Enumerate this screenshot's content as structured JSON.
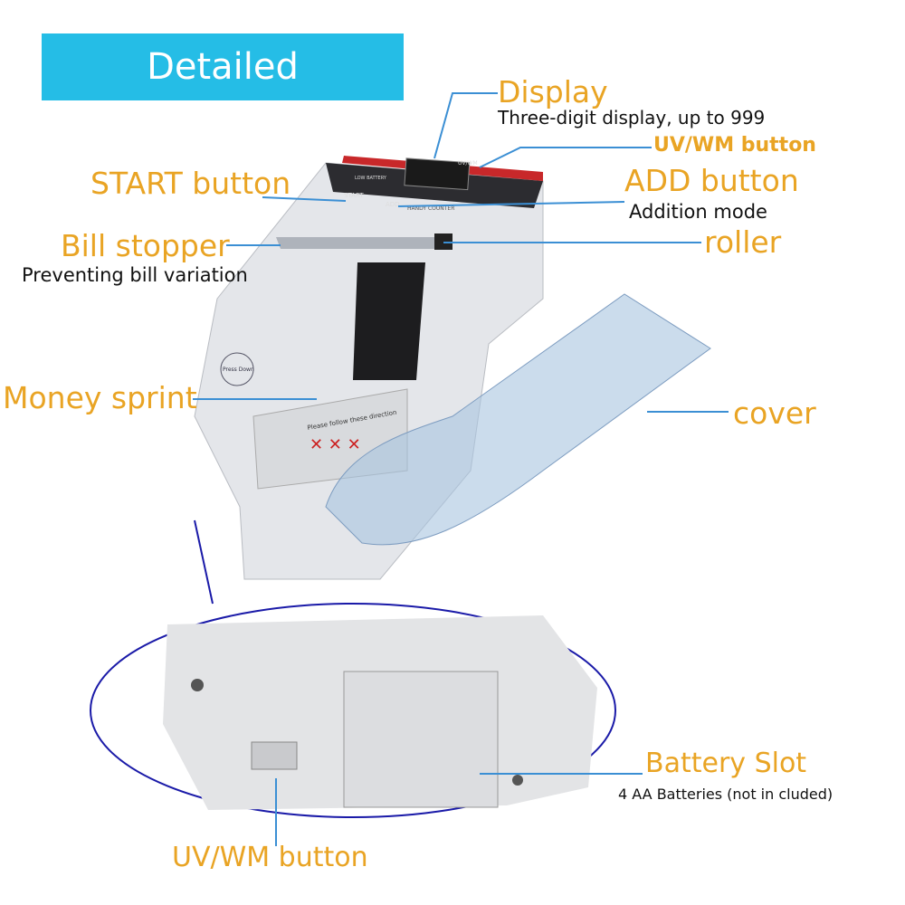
{
  "title": "Detailed description",
  "colors": {
    "accent": "#e9a424",
    "title_bg": "#25bde6",
    "leader_line": "#3b8fd4",
    "ellipse": "#1a1aa8"
  },
  "labels": {
    "display": "Display",
    "display_sub": "Three-digit display, up to 999",
    "uvwm_top": "UV/WM button",
    "start": "START button",
    "add": "ADD button",
    "add_sub": "Addition mode",
    "bill_stopper": "Bill stopper",
    "bill_stopper_sub": "Preventing bill variation",
    "roller": "roller",
    "money_sprint": "Money sprint",
    "cover": "cover",
    "battery": "Battery Slot",
    "battery_sub": "4 AA Batteries (not in cluded)",
    "uvwm_bottom": "UV/WM button"
  },
  "device_text": {
    "start_key": "START",
    "add_key": "ADD",
    "uvwm_key": "UV/WM",
    "brand": "HANDY COUNTER",
    "low_battery": "LOW BATTERY",
    "press_down": "Press Down",
    "instruction": "Please follow these direction"
  }
}
